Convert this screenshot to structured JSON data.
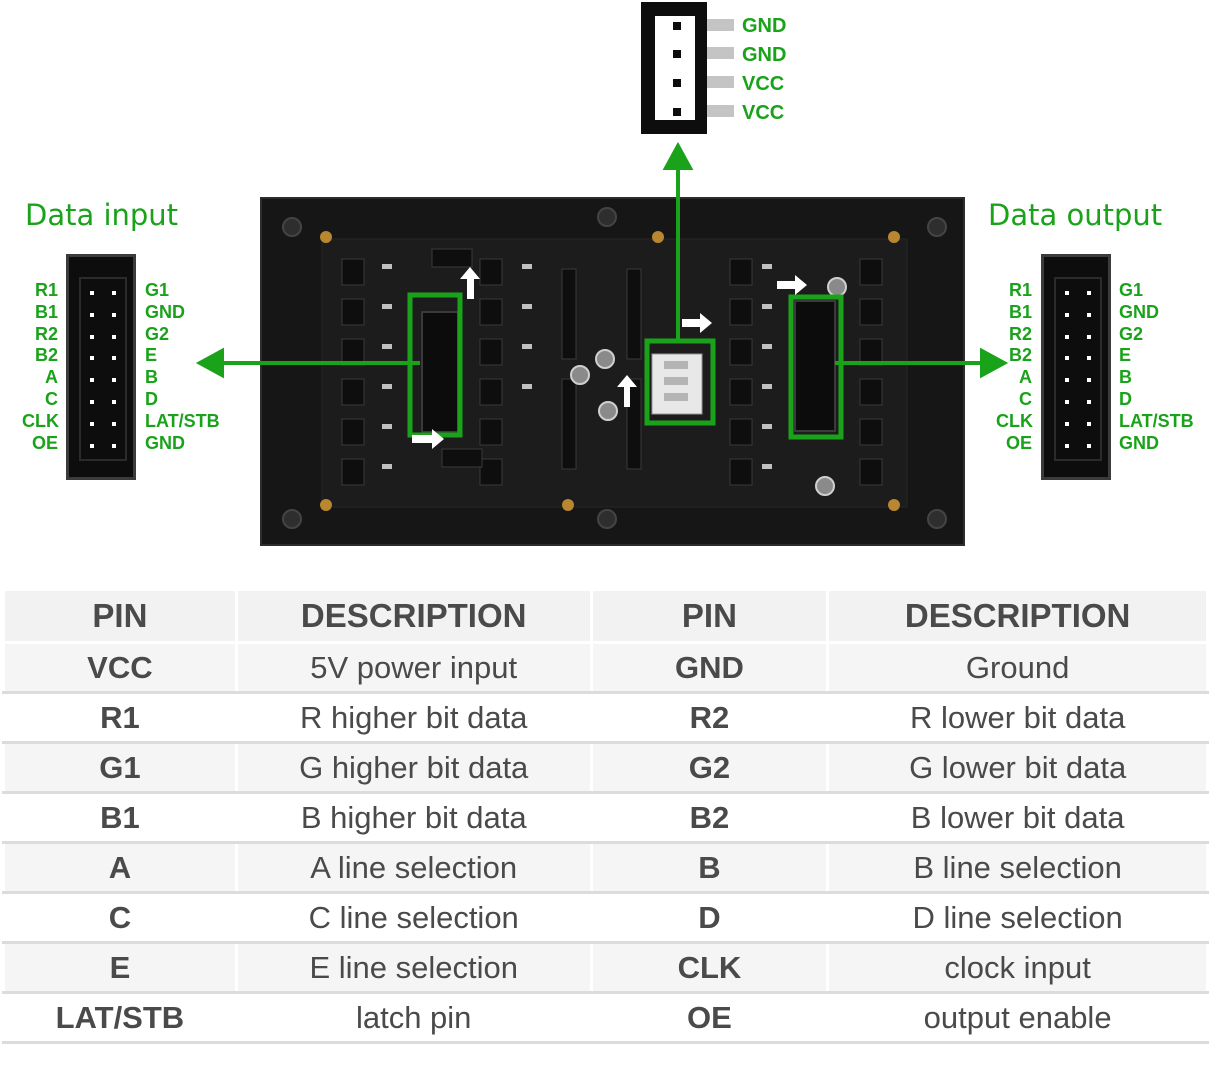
{
  "colors": {
    "accent_green": "#1aa31a",
    "board": "#151515",
    "connector": "#0d0d0d"
  },
  "power_connector": {
    "pins": [
      "GND",
      "GND",
      "VCC",
      "VCC"
    ]
  },
  "data_input": {
    "title": "Data input",
    "left_pins": [
      "R1",
      "B1",
      "R2",
      "B2",
      "A",
      "C",
      "CLK",
      "OE"
    ],
    "right_pins": [
      "G1",
      "GND",
      "G2",
      "E",
      "B",
      "D",
      "LAT/STB",
      "GND"
    ]
  },
  "data_output": {
    "title": "Data output",
    "left_pins": [
      "R1",
      "B1",
      "R2",
      "B2",
      "A",
      "C",
      "CLK",
      "OE"
    ],
    "right_pins": [
      "G1",
      "GND",
      "G2",
      "E",
      "B",
      "D",
      "LAT/STB",
      "GND"
    ]
  },
  "table": {
    "headers": [
      "PIN",
      "DESCRIPTION",
      "PIN",
      "DESCRIPTION"
    ],
    "rows": [
      [
        "VCC",
        "5V power input",
        "GND",
        "Ground"
      ],
      [
        "R1",
        "R higher bit data",
        "R2",
        "R lower bit data"
      ],
      [
        "G1",
        "G higher bit data",
        "G2",
        "G lower bit data"
      ],
      [
        "B1",
        "B higher bit data",
        "B2",
        "B lower bit data"
      ],
      [
        "A",
        "A line selection",
        "B",
        "B line selection"
      ],
      [
        "C",
        "C line selection",
        "D",
        "D line selection"
      ],
      [
        "E",
        "E line selection",
        "CLK",
        "clock input"
      ],
      [
        "LAT/STB",
        "latch pin",
        "OE",
        "output enable"
      ]
    ]
  }
}
